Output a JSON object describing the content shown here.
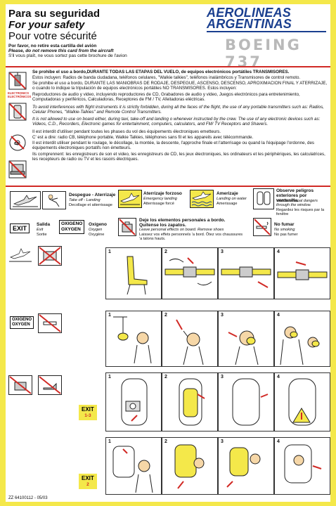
{
  "header": {
    "title_es": "Para su seguridad",
    "title_en": "For your safety",
    "title_fr": "Pour votre sécurité",
    "note_es": "Por favor, no retire esta cartilla del avión",
    "note_en": "Please, do not remove this card from the aircraft",
    "note_fr": "S'il vous plaît, ne vous sortez pas cette brochure de l'avion",
    "brand_line1": "AEROLINEAS",
    "brand_line2": "ARGENTINAS",
    "aircraft": "BOEING 737"
  },
  "electronics": {
    "icon_label_top": "ELECTRONICS",
    "icon_label_bottom": "ELECTRÓNICOS",
    "cd_label": "CD",
    "para_es_1": "Se prohibe el uso a bordo,DURANTE TODAS LAS ETAPAS DEL VUELO, de equipos electrónicos portátiles TRANSMISORES.",
    "para_es_2": "Estos incluyen: Radios de banda ciudadana, teléfonos celulares, \"Walkie talkies\", teléfonos inalámbricos y Transmisores de control remoto.",
    "para_es_3": "Se prohibe el uso a bordo, DURANTE LAS MANIOBRAS DE RODAJE, DESPEGUE, ASCENSO, DESCENSO, APROXIMACION FINAL Y ATERRIZAJE, o cuando lo indique la tripulación de equipos electrónicos portátiles NO TRANSMISORES. Estos incluyen:",
    "para_es_4": "Reproductores de audio y video, incluyendo reproductores de CD, Grabadores de audio y video, Juegos electrónicos para entretenimiento, Computadoras y periféricos, Calculadoras, Receptores de FM / TV, Afeitadoras eléctricas.",
    "para_en_1": "To avoid interferences with flight instruments it is strictly forbidden, during all the faces of the flight, the use of any portable transmitters such as: Radios, Celular Phones, \"Walkie-Talkies\" and Remote Control Transmitters.",
    "para_en_2": "It is not allowed to use on board either, during taxi, take-off and landing o whenever instructed by the crew. The use of any electronic devices such as: Videos, C.D., Recorders, Electronic games for entertainment, computers, calculators, and FM/ TV Receptors and Shavers.",
    "para_fr_1": "Il est interdit d'utiliser pendant toutes les phases du vol des équipements électroniques emetteurs.",
    "para_fr_2": "C' est a dire: radio CB, téléphone portable, Walkie Talkies, téléphones sans fil et les appareils avec télécommande.",
    "para_fr_3": "Il est interdit utiliser pendant le roulage, le décollage, la montée, la descente, l'approche finale et l'atterrisage ou quand la l'équipage l'ordonne, des équipements électroniques portatifs non émetteurs.",
    "para_fr_4": "Ils comprennent: les enregistreurs de son et video, les enregistreurs de CD, les jeux électroniques, les ordinateurs et les périphériques, les calculatrices, les recepteurs de radio ou TV et les rasoirs électriques."
  },
  "phases": {
    "takeoff_es": "Despegue - Aterrizaje",
    "takeoff_en": "Take off - Landing",
    "takeoff_fr": "Decollage et atterrissage",
    "forced_es": "Aterrizaje forzoso",
    "forced_en": "Emergency landing",
    "forced_fr": "Atterrissage forcé",
    "water_es": "Amerizaje",
    "water_en": "Landing on water",
    "water_fr": "Amerissage",
    "window_es": "Observe peligros exteriores por ventanilla.",
    "window_en": "Watch external dangers through the window.",
    "window_fr": "Regardez les risques par la fenêtre"
  },
  "signs": {
    "exit_box": "EXIT",
    "exit_es": "Salida",
    "exit_en": "Exit",
    "exit_fr": "Sortie",
    "oxy_box_1": "OXIGENO",
    "oxy_box_2": "OXYGEN",
    "oxy_es": "Oxígeno",
    "oxy_en": "Oxygen",
    "oxy_fr": "Oxygène",
    "shoes_es": "Deje los elementos personales a bordo. Quítense los zapatos.",
    "shoes_en": "Leave personal effects on board. Remove shoes",
    "shoes_fr": "Laissez vos effets personnels 'a bord. Ôtez vos chaussures 'a talons hauts.",
    "nosmoke_es": "No fumar",
    "nosmoke_en": "No smoking",
    "nosmoke_fr": "No pas fumer"
  },
  "oxygen_tag": {
    "line1": "OXIGENO",
    "line2": "OXYGEN"
  },
  "exit_tags": [
    {
      "label": "EXIT",
      "number": "1-3"
    },
    {
      "label": "EXIT",
      "number": "2"
    }
  ],
  "steps": [
    "1",
    "2",
    "3",
    "4"
  ],
  "footer": {
    "code": "ZZ 64100112 - 05/03"
  },
  "colors": {
    "yellow": "#f4e84a",
    "red": "#d12a25",
    "blue": "#1a3f8f",
    "skin": "#f6d7a7"
  }
}
